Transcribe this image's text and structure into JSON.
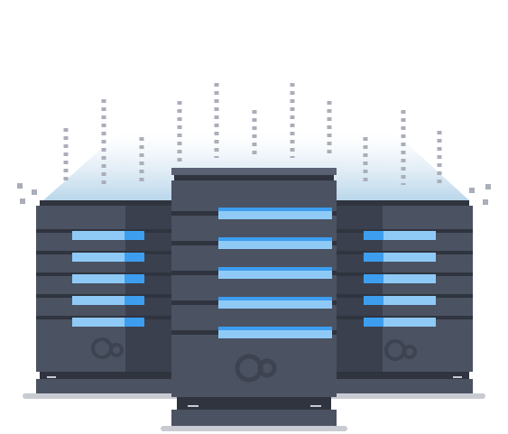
{
  "illustration": {
    "subject": "server-rack-cluster",
    "servers": [
      {
        "id": "left",
        "bays": 5,
        "logo": "infinity-icon"
      },
      {
        "id": "center",
        "bays": 5,
        "logo": "infinity-icon"
      },
      {
        "id": "right",
        "bays": 5,
        "logo": "infinity-icon"
      }
    ],
    "colors": {
      "rack_body": "#4b5262",
      "rack_shadow": "#3a404d",
      "rack_divider": "#2f343f",
      "rack_top": "#5a6172",
      "led_light": "#8fcaf7",
      "led_dark": "#3d9ef0",
      "glow": "#d6e8f4",
      "data_stream": "#a9aeb8",
      "floor_shadow": "#c8cbd1",
      "logo": "#3d4350"
    }
  }
}
